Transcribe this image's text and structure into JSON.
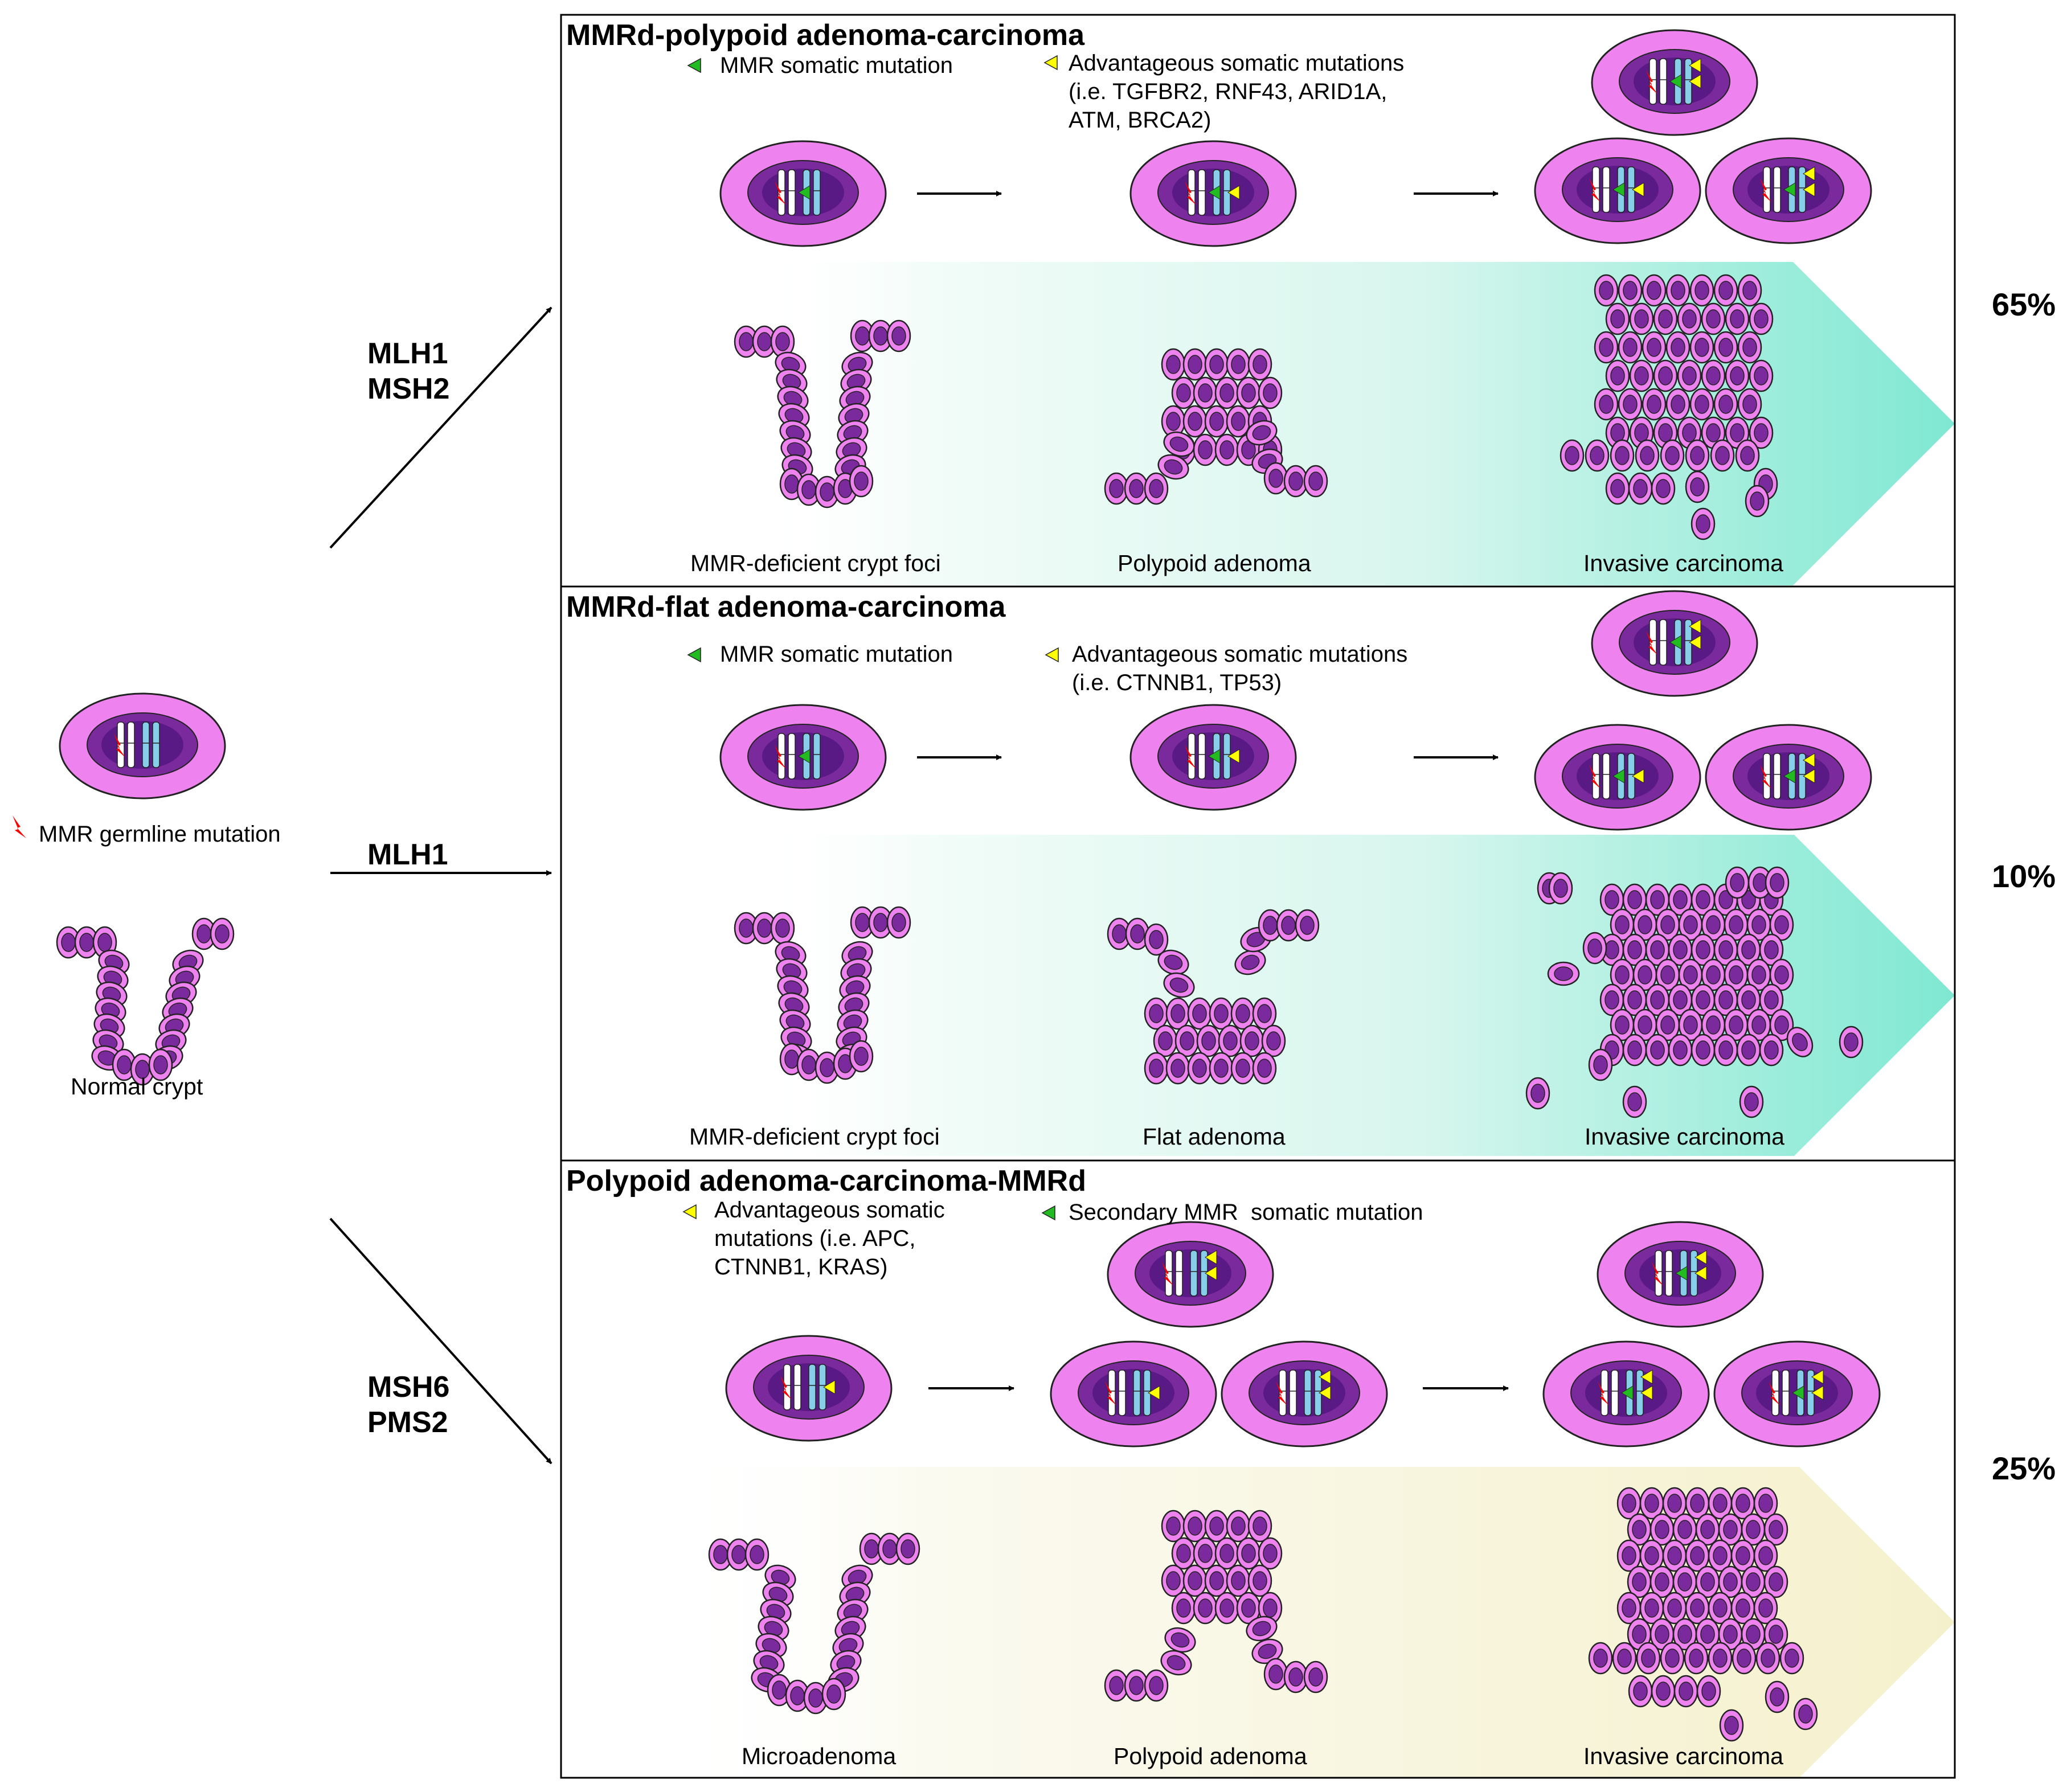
{
  "left": {
    "germline_legend": "MMR germline mutation",
    "normal_caption": "Normal crypt"
  },
  "branches": [
    {
      "genes": [
        "MLH1",
        "MSH2"
      ],
      "percent": "65%"
    },
    {
      "genes": [
        "MLH1"
      ],
      "percent": "10%"
    },
    {
      "genes": [
        "MSH6",
        "PMS2"
      ],
      "percent": "25%"
    }
  ],
  "panels": [
    {
      "title": "MMRd-polypoid adenoma-carcinoma",
      "legend1": [
        "MMR somatic mutation"
      ],
      "legend2": [
        "Advantageous somatic mutations",
        "(i.e. TGFBR2, RNF43, ARID1A,",
        "ATM, BRCA2)"
      ],
      "captions": [
        "MMR-deficient crypt foci",
        "Polypoid adenoma",
        "Invasive carcinoma"
      ]
    },
    {
      "title": "MMRd-flat adenoma-carcinoma",
      "legend1": [
        "MMR somatic mutation"
      ],
      "legend2": [
        "Advantageous somatic mutations",
        "(i.e. CTNNB1, TP53)"
      ],
      "captions": [
        "MMR-deficient crypt foci",
        "Flat adenoma",
        "Invasive carcinoma"
      ]
    },
    {
      "title": "Polypoid adenoma-carcinoma-MMRd",
      "legend1": [
        "Advantageous somatic",
        "mutations (i.e. APC,",
        "CTNNB1, KRAS)"
      ],
      "legend2": [
        "Secondary MMR  somatic mutation"
      ],
      "captions": [
        "Microadenoma",
        "Polypoid adenoma",
        "Invasive carcinoma"
      ]
    }
  ],
  "colors": {
    "cell_pink": "#ee82ee",
    "nucleus_purple": "#7b2a9e",
    "nucleus_inner": "#5a1a86",
    "chromosome_blue": "#87ceeb",
    "germline_red": "#ff0000",
    "mmr_somatic_green": "#22bb22",
    "advantageous_yellow": "#ffff00",
    "progression_teal": "#7fe8d2",
    "progression_yellow": "#f7f3d2"
  },
  "icons": [
    "germline-mutation-icon",
    "mmr-somatic-mutation-icon",
    "advantageous-mutation-icon",
    "arrow-icon"
  ]
}
